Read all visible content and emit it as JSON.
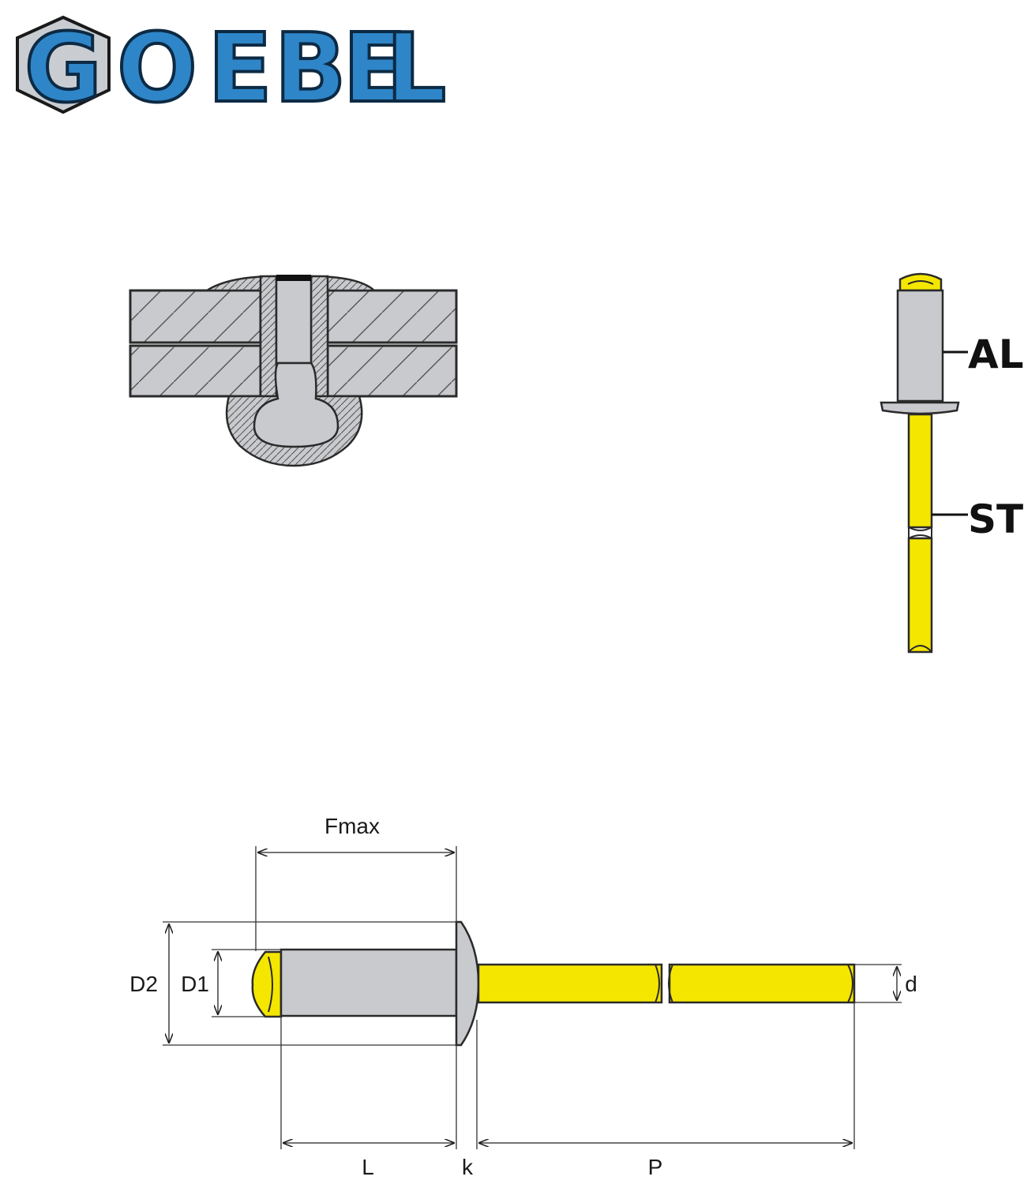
{
  "logo": {
    "letters": [
      "G",
      "O",
      "E",
      "B",
      "E",
      "L"
    ],
    "brand_color": "#2e86c8",
    "hexagon_color": "#c9cdd2"
  },
  "material_labels": {
    "body": "AL",
    "mandrel": "ST"
  },
  "dimensions": {
    "fmax": "Fmax",
    "d2": "D2",
    "d1": "D1",
    "d": "d",
    "l": "L",
    "k": "k",
    "p": "P"
  },
  "colors": {
    "aluminium": "#c8cacd",
    "steel_mandrel": "#f5e600",
    "outline": "#2a2a2a",
    "hatch": "#555555"
  }
}
